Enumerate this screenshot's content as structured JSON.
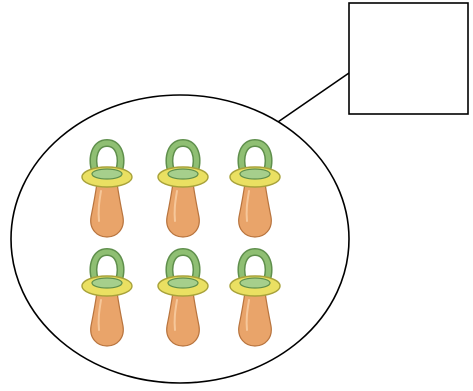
{
  "worksheet": {
    "group": {
      "item": "pacifier",
      "count": 6,
      "rows": 2,
      "columns": 3,
      "colors": {
        "handle": "#8fbf73",
        "handle_outline": "#5f8f4c",
        "shield": "#eae062",
        "shield_outline": "#a8a23a",
        "nipple": "#e9a46a",
        "nipple_outline": "#b8743e",
        "outline": "#000000"
      }
    },
    "answer_box": {
      "value": ""
    }
  }
}
